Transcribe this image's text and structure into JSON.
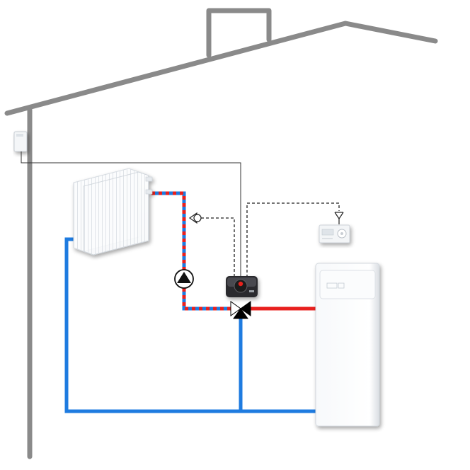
{
  "diagram": {
    "components": [
      {
        "id": "house-outline",
        "icon": "house-roof-icon"
      },
      {
        "id": "outdoor-sensor",
        "icon": "outdoor-sensor-icon"
      },
      {
        "id": "radiator",
        "icon": "radiator-icon"
      },
      {
        "id": "circulation-pump",
        "icon": "pump-icon"
      },
      {
        "id": "supply-temperature-sensor",
        "icon": "temperature-sensor-icon"
      },
      {
        "id": "mixing-valve-actuator",
        "icon": "valve-actuator-icon"
      },
      {
        "id": "three-way-mixing-valve",
        "icon": "three-way-valve-icon"
      },
      {
        "id": "room-thermostat",
        "icon": "thermostat-icon"
      },
      {
        "id": "wireless-receiver",
        "icon": "wireless-antenna-icon"
      },
      {
        "id": "boiler",
        "icon": "boiler-icon"
      }
    ],
    "pipe_colors": {
      "supply_hot": "#e8201e",
      "return_cold": "#1e7be0",
      "mixed": "#d8322a",
      "house": "#8a8a8a",
      "signal": "#222222"
    }
  }
}
